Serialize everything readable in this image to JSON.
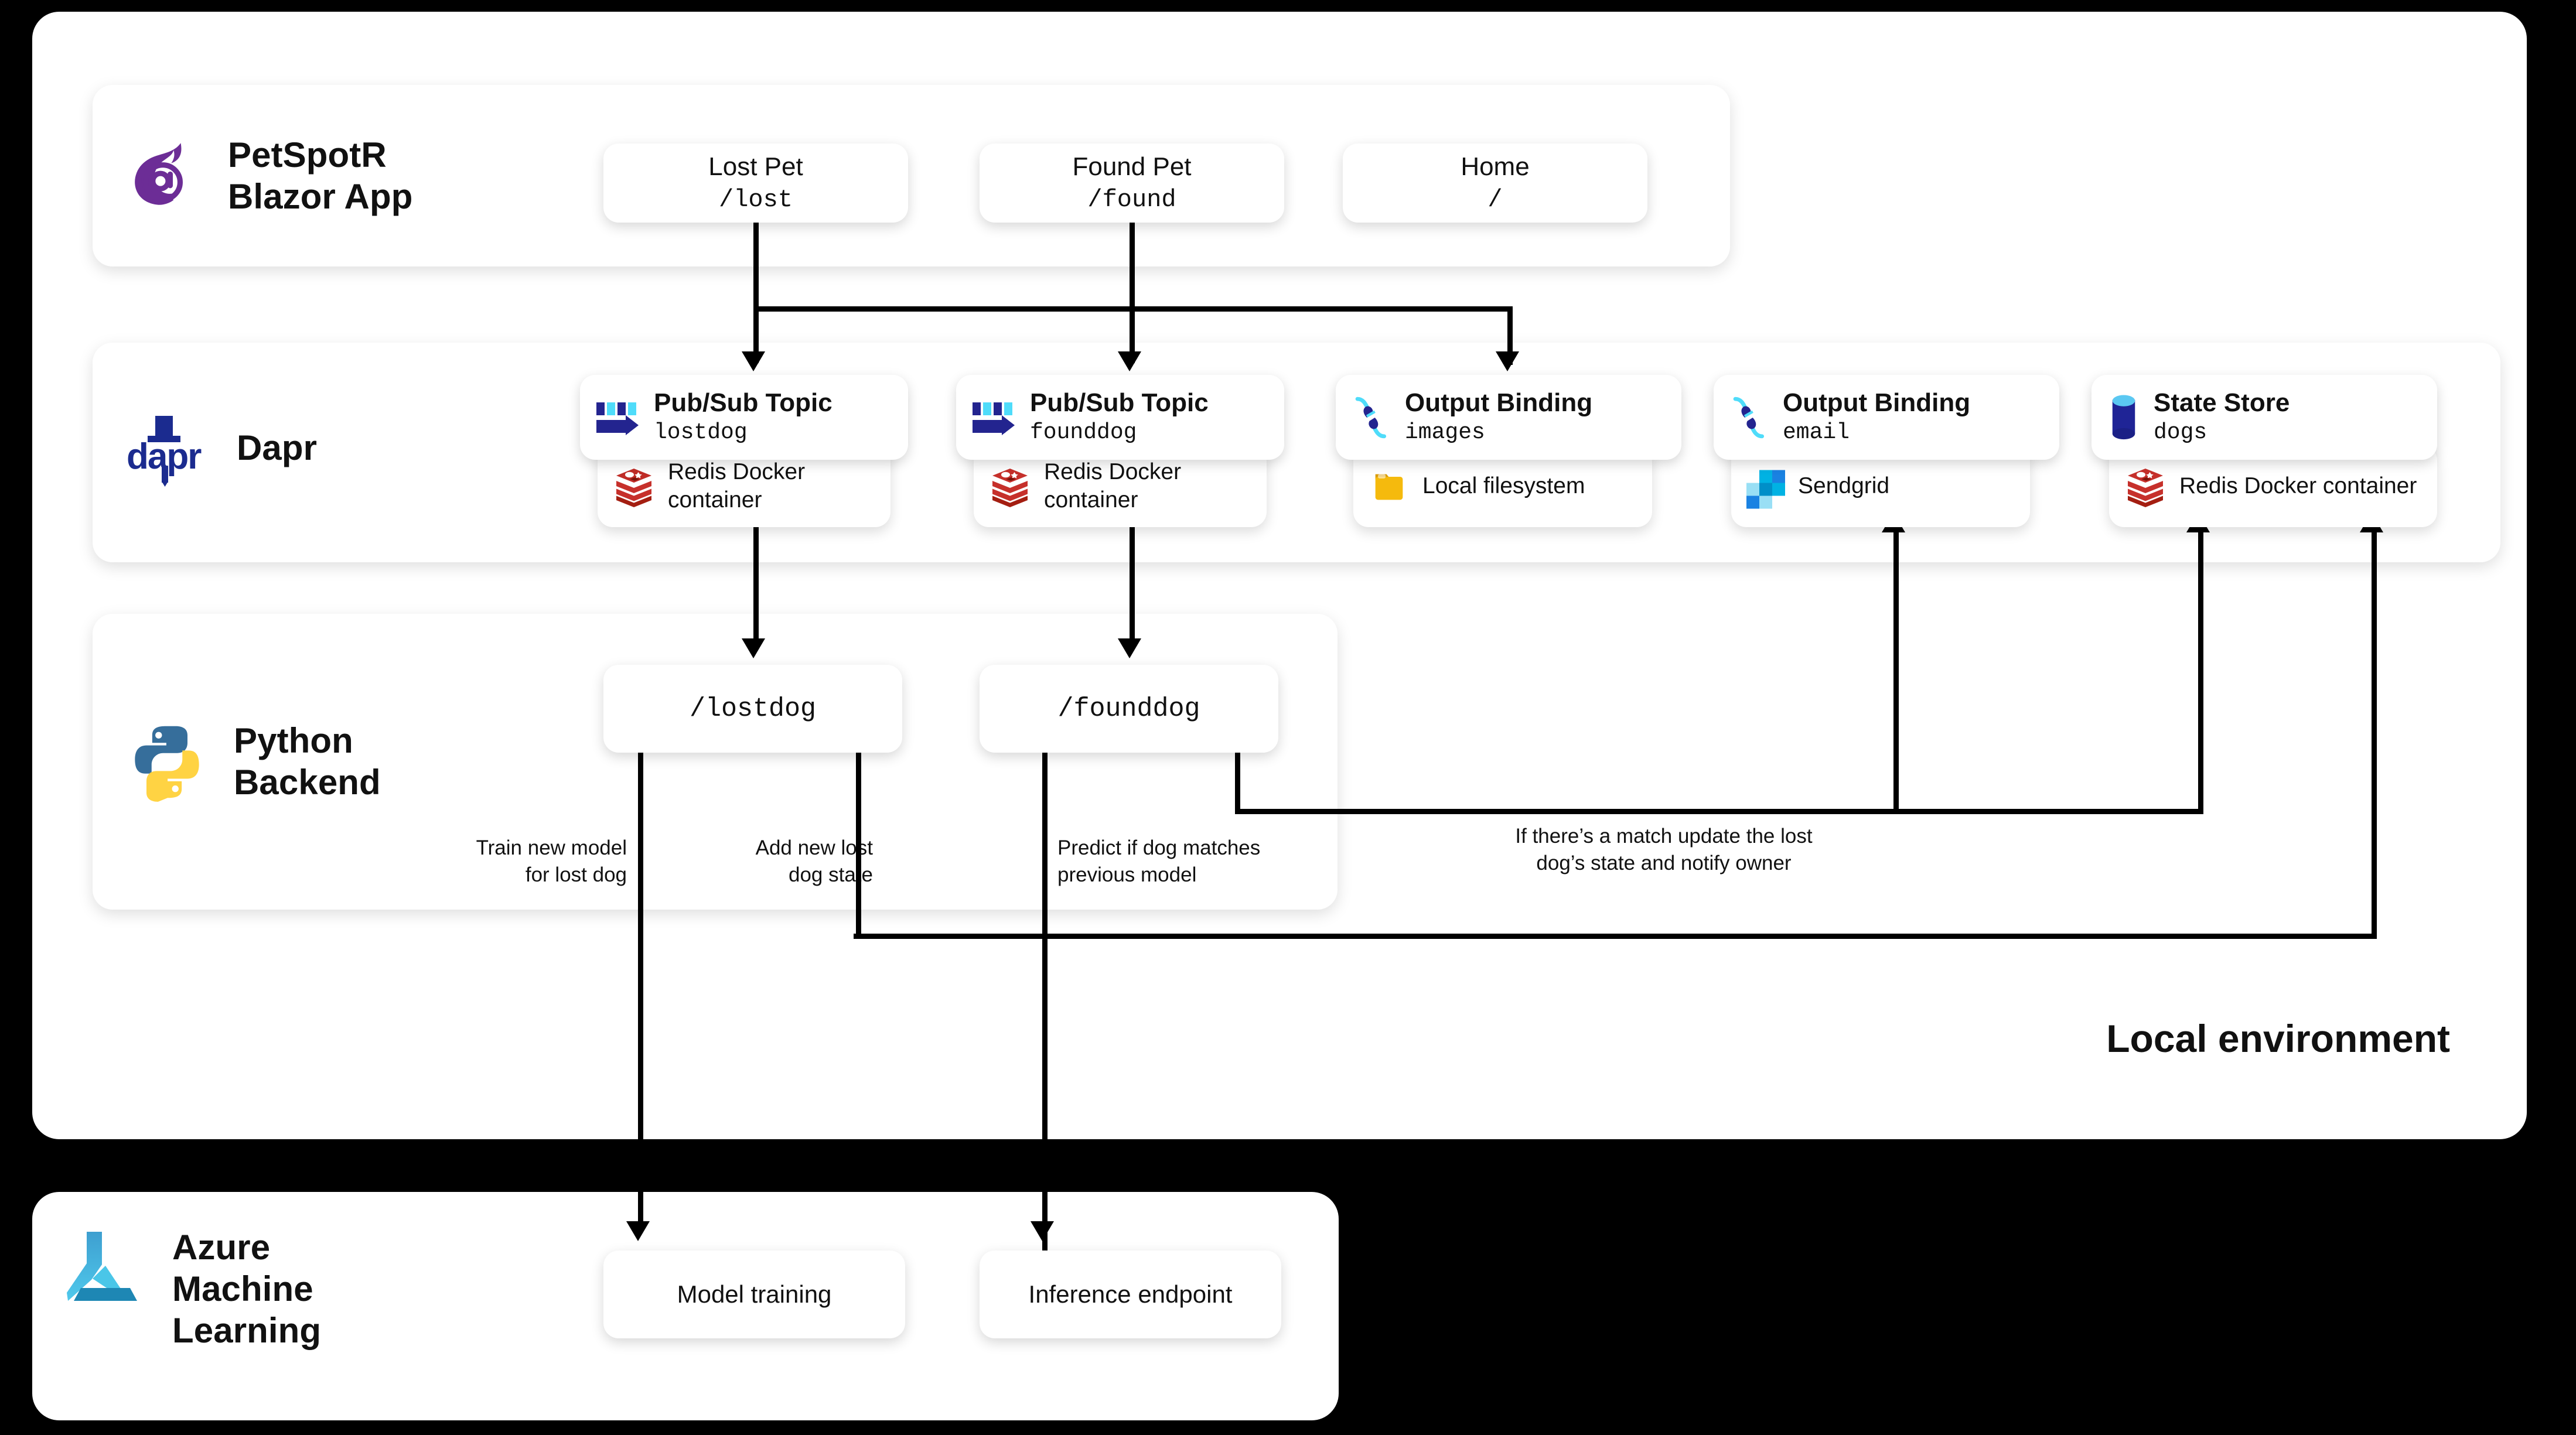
{
  "diagram": {
    "environment_label": "Local environment",
    "sections": [
      {
        "id": "blazor",
        "title_line1": "PetSpotR",
        "title_line2": "Blazor App",
        "logo": "blazor-logo"
      },
      {
        "id": "dapr",
        "title_line1": "Dapr",
        "title_line2": "",
        "logo": "dapr-logo"
      },
      {
        "id": "python",
        "title_line1": "Python",
        "title_line2": "Backend",
        "logo": "python-logo"
      },
      {
        "id": "azure",
        "title_line1": "Azure",
        "title_line2": "Machine",
        "title_line3": "Learning",
        "logo": "azure-ml-logo"
      }
    ],
    "blazor_routes": [
      {
        "title": "Lost Pet",
        "path": "/lost"
      },
      {
        "title": "Found Pet",
        "path": "/found"
      },
      {
        "title": "Home",
        "path": "/"
      }
    ],
    "dapr_components": [
      {
        "title": "Pub/Sub Topic",
        "name": "lostdog",
        "icon": "pubsub-icon",
        "backing": "Redis Docker container",
        "backing_icon": "redis-icon"
      },
      {
        "title": "Pub/Sub Topic",
        "name": "founddog",
        "icon": "pubsub-icon",
        "backing": "Redis Docker container",
        "backing_icon": "redis-icon"
      },
      {
        "title": "Output Binding",
        "name": "images",
        "icon": "plug-icon",
        "backing": "Local filesystem",
        "backing_icon": "folder-icon"
      },
      {
        "title": "Output Binding",
        "name": "email",
        "icon": "plug-icon",
        "backing": "Sendgrid",
        "backing_icon": "sendgrid-icon"
      },
      {
        "title": "State Store",
        "name": "dogs",
        "icon": "database-icon",
        "backing": "Redis Docker container",
        "backing_icon": "redis-icon"
      }
    ],
    "python_endpoints": [
      {
        "path": "/lostdog"
      },
      {
        "path": "/founddog"
      }
    ],
    "azure_nodes": [
      {
        "label": "Model training"
      },
      {
        "label": "Inference endpoint"
      }
    ],
    "annotations": [
      {
        "id": "train",
        "line1": "Train new model",
        "line2": "for lost dog"
      },
      {
        "id": "addstate",
        "line1": "Add new lost",
        "line2": "dog state"
      },
      {
        "id": "predict",
        "line1": "Predict if dog matches",
        "line2": "previous model"
      },
      {
        "id": "match",
        "line1": "If there’s a match update the lost",
        "line2": "dog’s state and notify owner"
      }
    ],
    "colors": {
      "blazor_purple": "#6C2D96",
      "dapr_blue": "#1B2B8F",
      "pubsub_dark": "#23248F",
      "pubsub_light": "#4FDCFA",
      "redis_red": "#C6302B",
      "folder_yellow": "#F5BA0D",
      "sendgrid_blue": "#1A82E2",
      "state_store_blue": "#1F2496",
      "state_store_top": "#5BC8F2",
      "python_blue": "#366E9B",
      "python_yellow": "#FFD343",
      "azure_teal": "#36B4DE",
      "line_black": "#000000",
      "panel_white": "#FFFFFF",
      "canvas_black": "#000000"
    }
  }
}
